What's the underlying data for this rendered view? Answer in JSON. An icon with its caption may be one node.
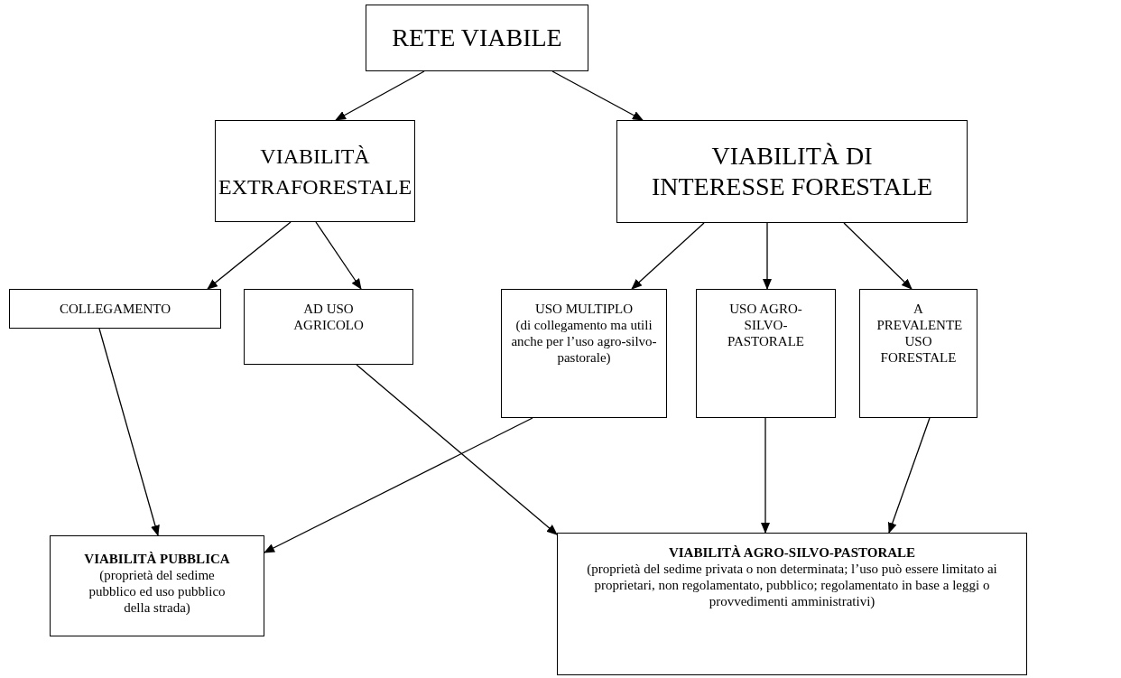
{
  "diagram": {
    "nodes": [
      {
        "text": [
          "RETE VIABILE"
        ]
      },
      {
        "text": [
          "VIABILITÀ EXTRAFORESTALE"
        ]
      },
      {
        "text": [
          "VIABILITÀ DI INTERESSE FORESTALE"
        ]
      },
      {
        "text": [
          "COLLEGAMENTO"
        ]
      },
      {
        "text": [
          "AD USO AGRICOLO"
        ]
      },
      {
        "text": [
          "USO MULTIPLO",
          "(di collegamento ma utili anche per l’uso agro-silvo-pastorale)"
        ]
      },
      {
        "text": [
          "USO AGRO-SILVO-PASTORALE"
        ]
      },
      {
        "text": [
          "A PREVALENTE USO FORESTALE"
        ]
      },
      {
        "text": [
          "VIABILITÀ PUBBLICA",
          "(proprietà del sedime pubblico ed uso pubblico della strada)"
        ]
      },
      {
        "text": [
          "VIABILITÀ AGRO-SILVO-PASTORALE",
          "(proprietà del sedime privata o non determinata; l’uso può essere limitato ai proprietari, non regolamentato, pubblico; regolamentato in base a leggi o provvedimenti amministrativi)"
        ]
      }
    ],
    "edges": [
      {
        "from": 0,
        "to": 1,
        "arrow": "to"
      },
      {
        "from": 0,
        "to": 2,
        "arrow": "to"
      },
      {
        "from": 1,
        "to": 3,
        "arrow": "to"
      },
      {
        "from": 1,
        "to": 4,
        "arrow": "to"
      },
      {
        "from": 2,
        "to": 5,
        "arrow": "to"
      },
      {
        "from": 2,
        "to": 6,
        "arrow": "to"
      },
      {
        "from": 2,
        "to": 7,
        "arrow": "to"
      },
      {
        "from": 3,
        "to": 8,
        "arrow": "to"
      },
      {
        "from": 4,
        "to": 9,
        "arrow": "to"
      },
      {
        "from": 5,
        "to": 8,
        "arrow": "to"
      },
      {
        "from": 6,
        "to": 9,
        "arrow": "to"
      },
      {
        "from": 7,
        "to": 9,
        "arrow": "to"
      }
    ]
  }
}
